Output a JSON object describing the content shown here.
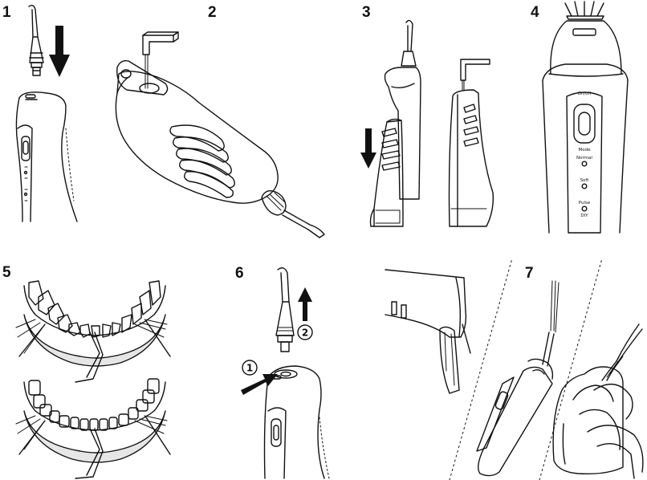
{
  "steps": [
    {
      "number": "1"
    },
    {
      "number": "2"
    },
    {
      "number": "3"
    },
    {
      "number": "4"
    },
    {
      "number": "5"
    },
    {
      "number": "6"
    },
    {
      "number": "7"
    }
  ],
  "panel4": {
    "power_label": "On/off",
    "mode_label": "Mode",
    "normal_label": "Normal",
    "soft_label": "Soft",
    "pulse_label": "Pulse",
    "diy_label": "DIY"
  },
  "panel6": {
    "marker_1": "1",
    "marker_2": "2"
  },
  "colors": {
    "ink": "#111111",
    "shade": "#e6e6e6"
  },
  "icons": [
    "down-arrow-icon",
    "up-arrow-icon",
    "diagonal-arrow-icon"
  ]
}
